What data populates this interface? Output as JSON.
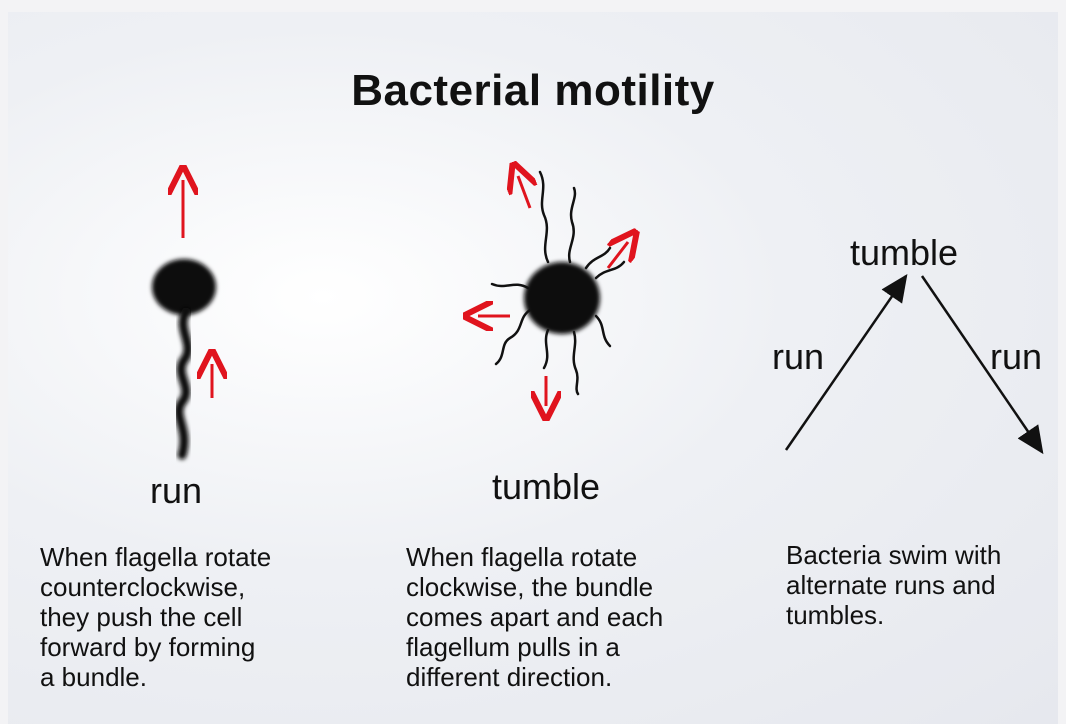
{
  "title": "Bacterial motility",
  "panels": [
    {
      "label": "run",
      "description": "When flagella rotate\ncounterclockwise,\nthey push the cell\nforward by forming\na bundle."
    },
    {
      "label": "tumble",
      "description": "When flagella rotate\nclockwise, the bundle\ncomes apart and each\nflagellum pulls in a\ndifferent direction."
    },
    {
      "description": "Bacteria swim with\nalternate runs and\ntumbles."
    }
  ],
  "diagram": {
    "top_label": "tumble",
    "left_label": "run",
    "right_label": "run"
  },
  "colors": {
    "arrow_red": "#e0141e",
    "ink": "#111111"
  }
}
